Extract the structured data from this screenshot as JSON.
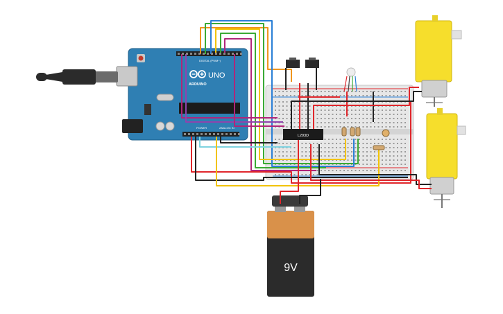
{
  "arduino": {
    "logo_text": "ARDUINO",
    "model": "UNO",
    "digital_header": "DIGITAL (PWM~)",
    "power_header": "POWER",
    "analog_header": "ANALOG IN"
  },
  "motor_driver": {
    "chip_label": "L293D"
  },
  "battery": {
    "voltage_label": "9V"
  },
  "colors": {
    "board_blue": "#2f7fb3",
    "motor_yellow": "#f6de2c",
    "battery_orange": "#d9914a",
    "battery_black": "#2b2b2b",
    "wire_red": "#e0262b",
    "wire_black": "#222222",
    "wire_yellow": "#f2c300",
    "wire_green": "#3aaa35",
    "wire_blue": "#2a7fd6",
    "wire_orange": "#f0961e",
    "wire_magenta": "#b0257a",
    "wire_cyan": "#7fd3e0"
  },
  "icons": [
    "usb-cable-icon",
    "dc-barrel-jack-icon",
    "pushbutton-icon",
    "rgb-led-icon",
    "photoresistor-icon",
    "resistor-icon"
  ]
}
